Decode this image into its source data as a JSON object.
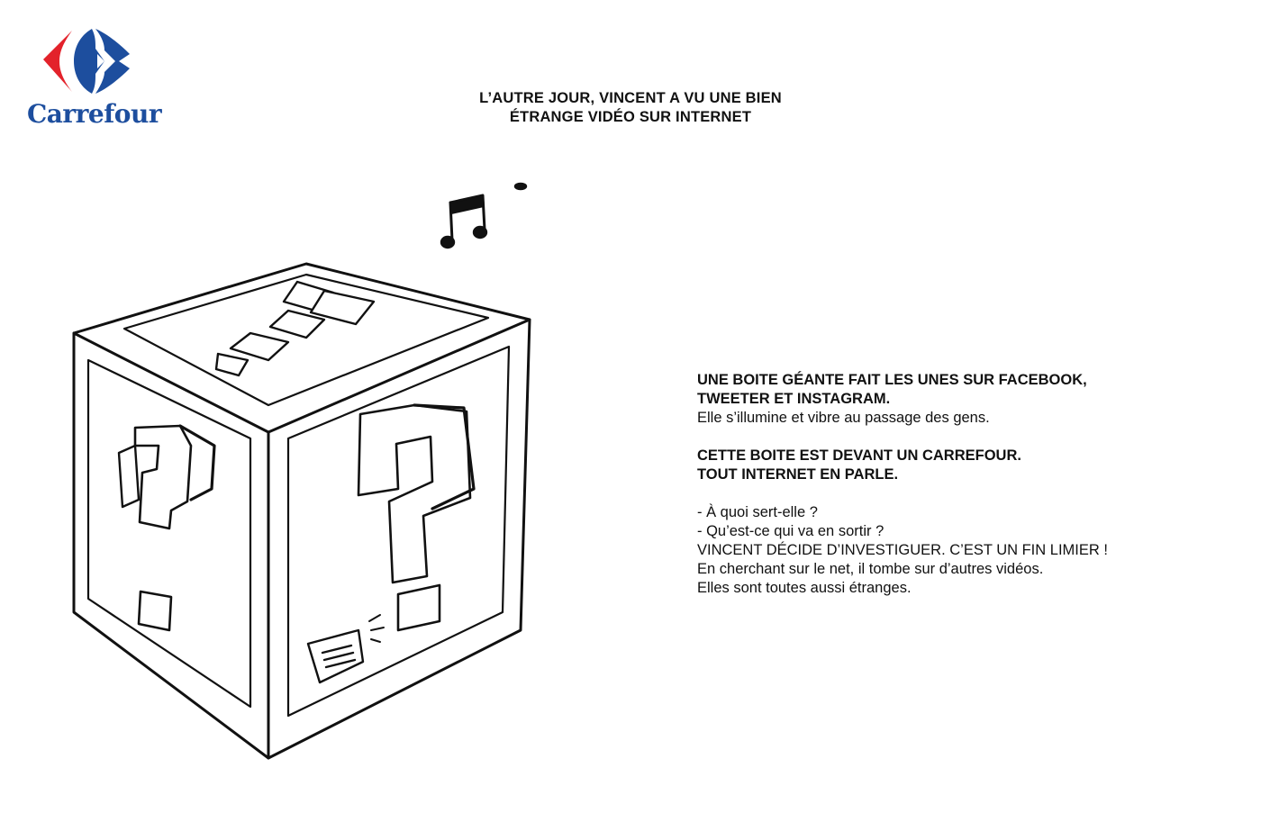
{
  "brand": {
    "name": "Carrefour",
    "colors": {
      "blue": "#1d4e9e",
      "red": "#e3222b"
    },
    "logo_icon": "carrefour-logo-icon"
  },
  "headline": {
    "line1": "L’AUTRE JOUR, VINCENT A VU UNE BIEN",
    "line2": "ÉTRANGE VIDÉO SUR INTERNET"
  },
  "illustration": {
    "subject": "question-mark-cube-icon",
    "extra": "music-notes-icon"
  },
  "body": {
    "p1_bold_1": "UNE BOITE GÉANTE FAIT LES UNES SUR FACEBOOK,",
    "p1_bold_2": "TWEETER ET INSTAGRAM.",
    "p1_text": "Elle s’illumine et vibre au passage des gens.",
    "p2_bold_1": "CETTE BOITE EST DEVANT UN CARREFOUR.",
    "p2_bold_2": "TOUT INTERNET EN PARLE.",
    "q1": "- À quoi sert-elle ?",
    "q2": "- Qu’est-ce qui va en sortir ?",
    "line_investigate": "VINCENT DÉCIDE D’INVESTIGUER. C’EST UN FIN LIMIER !",
    "line_search": "En cherchant sur le net, il tombe sur d’autres vidéos.",
    "line_strange": "Elles sont toutes aussi étranges."
  }
}
